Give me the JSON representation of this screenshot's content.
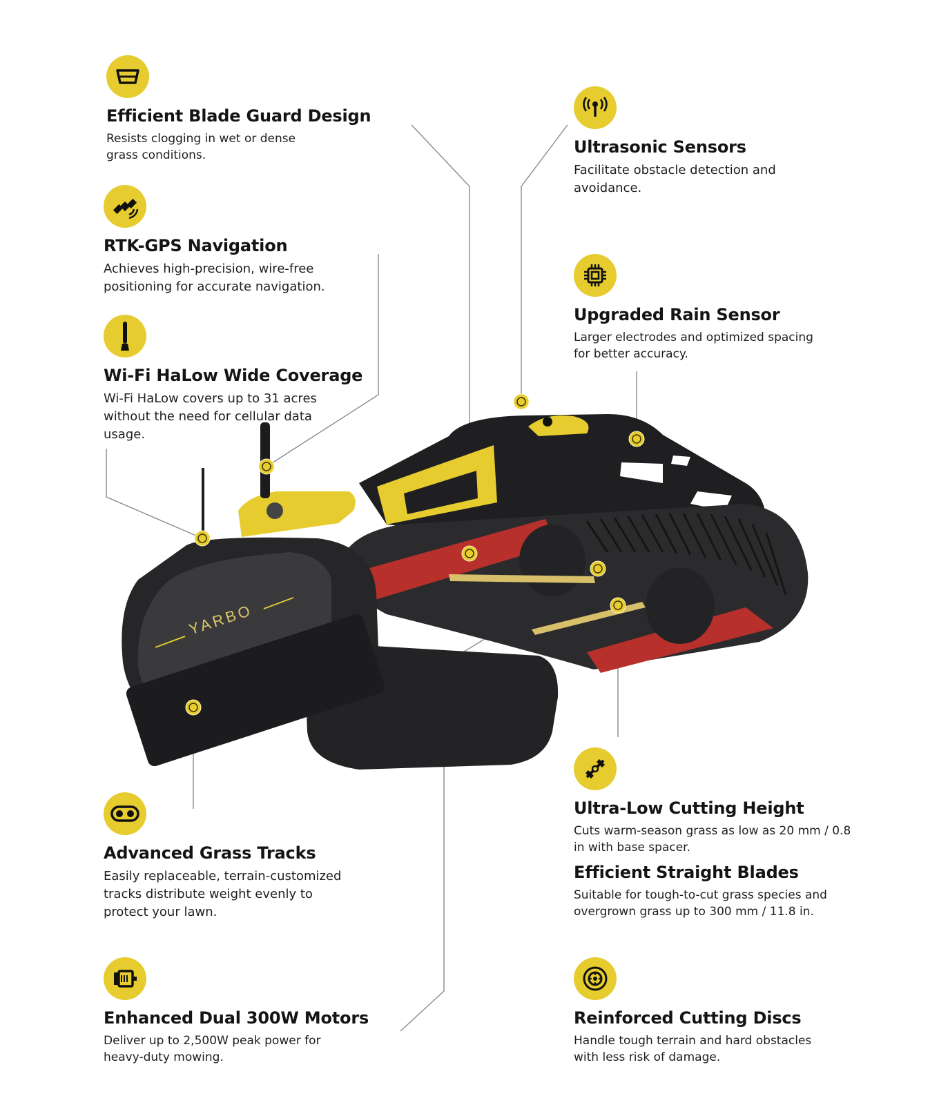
{
  "features": [
    {
      "key": "blade_guard",
      "icon": "blade-guard-icon",
      "title": "Efficient Blade Guard Design",
      "desc": "Resists clogging in wet or dense grass conditions."
    },
    {
      "key": "ultrasonic",
      "icon": "ultrasonic-sensor-icon",
      "title": "Ultrasonic Sensors",
      "desc": "Facilitate obstacle detection and avoidance."
    },
    {
      "key": "rtk",
      "icon": "satellite-icon",
      "title": "RTK-GPS Navigation",
      "desc": "Achieves high-precision, wire-free positioning for accurate navigation."
    },
    {
      "key": "rain",
      "icon": "chip-icon",
      "title": "Upgraded Rain Sensor",
      "desc": "Larger electrodes and optimized spacing for better accuracy."
    },
    {
      "key": "wifi",
      "icon": "antenna-icon",
      "title": "Wi-Fi HaLow Wide Coverage",
      "desc": "Wi-Fi HaLow covers up to 31 acres without the need for cellular data usage."
    },
    {
      "key": "cutting_height",
      "icon": "blade-icon",
      "title": "Ultra-Low Cutting Height",
      "desc": "Cuts warm-season grass as low as 20 mm / 0.8 in with base spacer."
    },
    {
      "key": "straight_blades",
      "icon": "",
      "title": "Efficient Straight Blades",
      "desc": "Suitable for tough-to-cut grass species and overgrown grass up to 300 mm / 11.8 in."
    },
    {
      "key": "tracks",
      "icon": "track-icon",
      "title": "Advanced Grass Tracks",
      "desc": "Easily replaceable, terrain-customized tracks distribute weight evenly to protect your lawn."
    },
    {
      "key": "motors",
      "icon": "motor-icon",
      "title": "Enhanced Dual 300W Motors",
      "desc": "Deliver up to 2,500W peak power for heavy-duty mowing."
    },
    {
      "key": "discs",
      "icon": "cutting-disc-icon",
      "title": "Reinforced Cutting Discs",
      "desc": "Handle tough terrain and hard obstacles with less risk of damage."
    }
  ],
  "product": {
    "brand_text": "YARBO"
  },
  "colors": {
    "accent": "#e6cc2e",
    "body": "#1f1f21",
    "track": "#2a2a2c",
    "red": "#b8302c",
    "leader": "#8a8a8a"
  }
}
